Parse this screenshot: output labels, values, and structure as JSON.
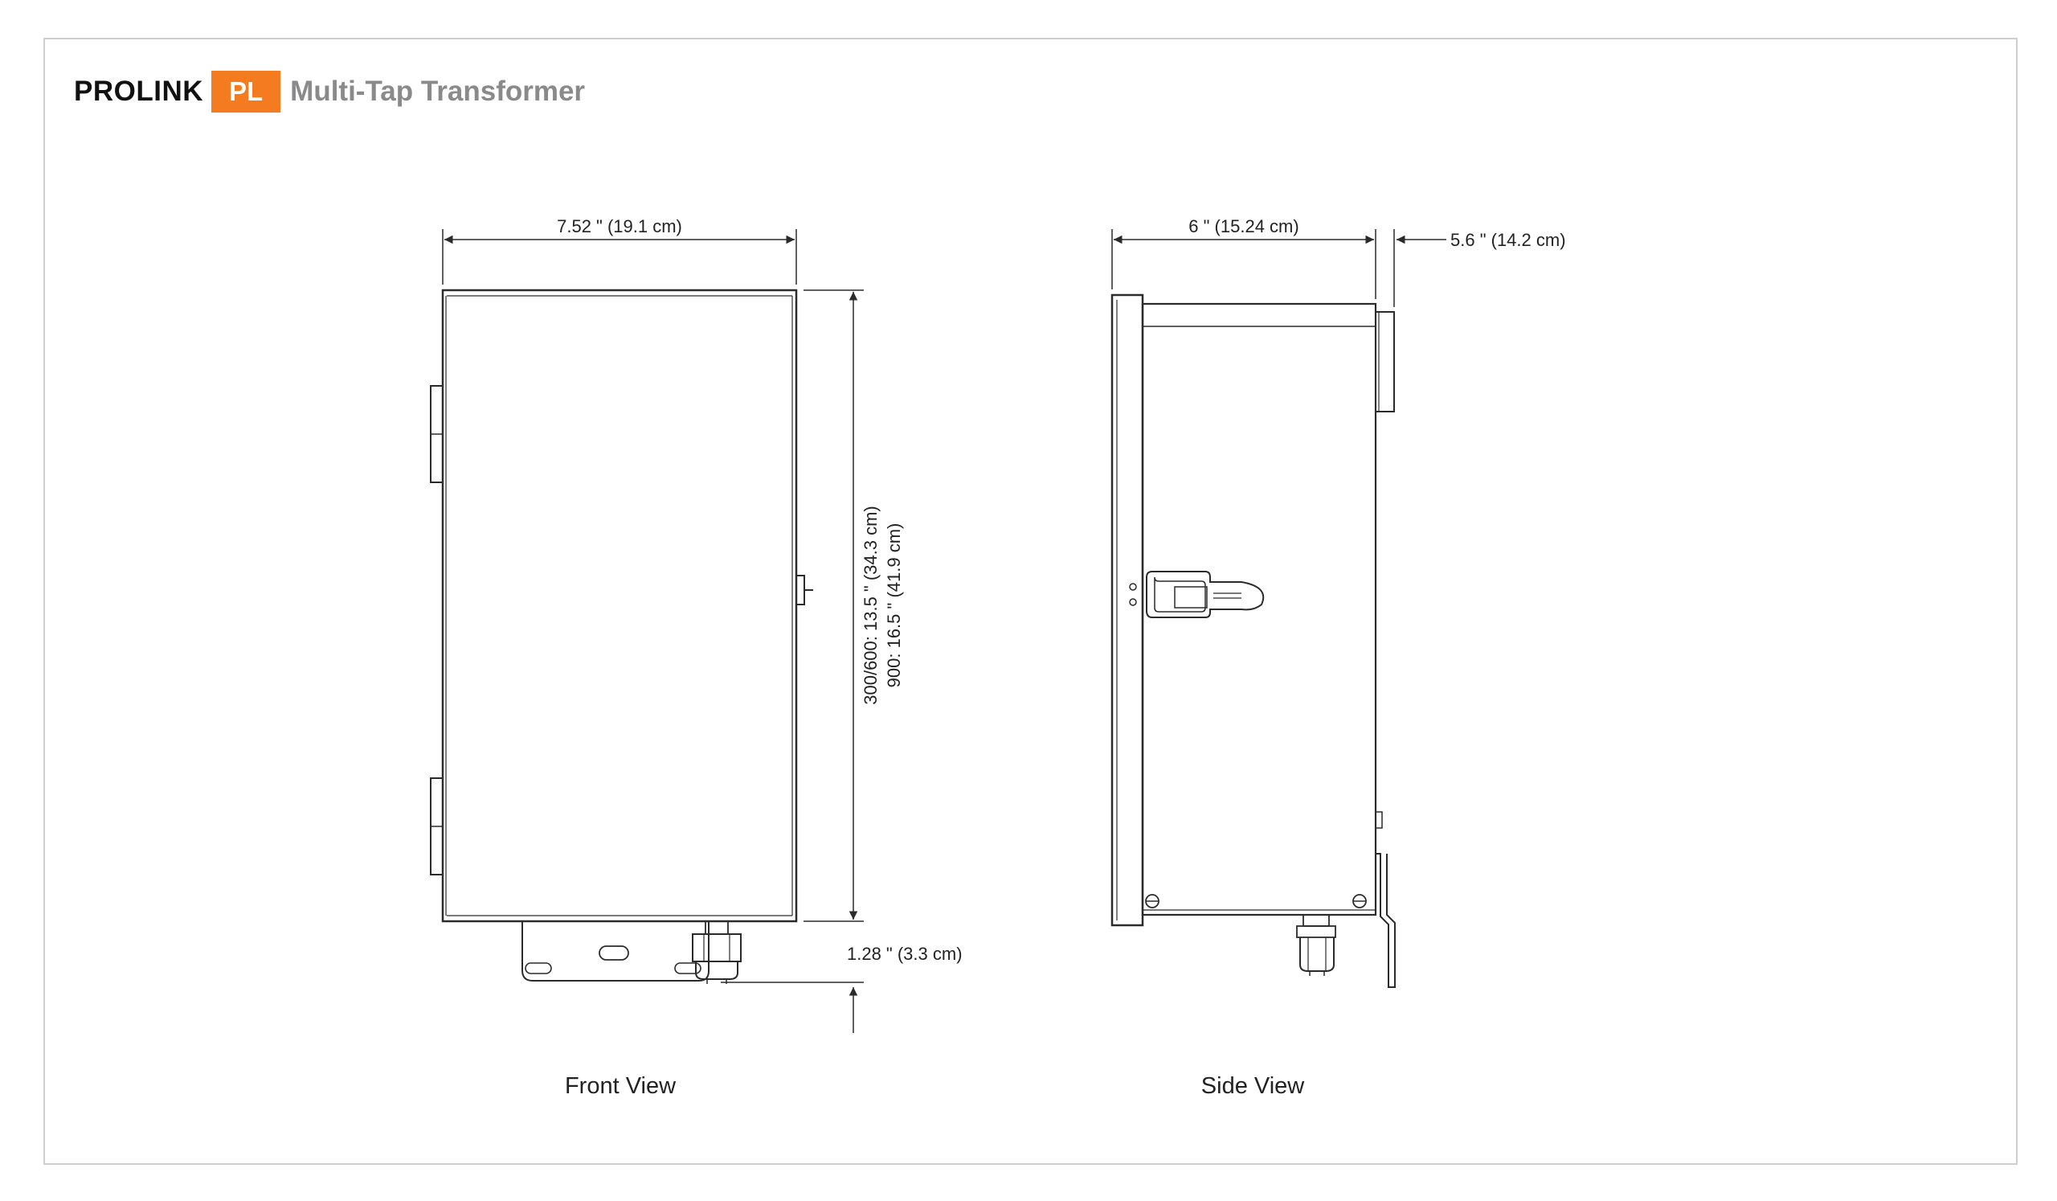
{
  "header": {
    "brand": "PROLINK",
    "badge": "PL",
    "product": "Multi-Tap Transformer",
    "badge_color": "#f47b20"
  },
  "front_view": {
    "caption": "Front View",
    "width_dim": "7.52 \" (19.1 cm)",
    "height_dim_line1": "300/600:  13.5 \" (34.3 cm)",
    "height_dim_line2": "900:  16.5 \" (41.9 cm)",
    "bottom_dim": "1.28 \" (3.3 cm)"
  },
  "side_view": {
    "caption": "Side View",
    "depth_dim": "6 \" (15.24 cm)",
    "overall_dim": "5.6 \" (14.2 cm)"
  }
}
